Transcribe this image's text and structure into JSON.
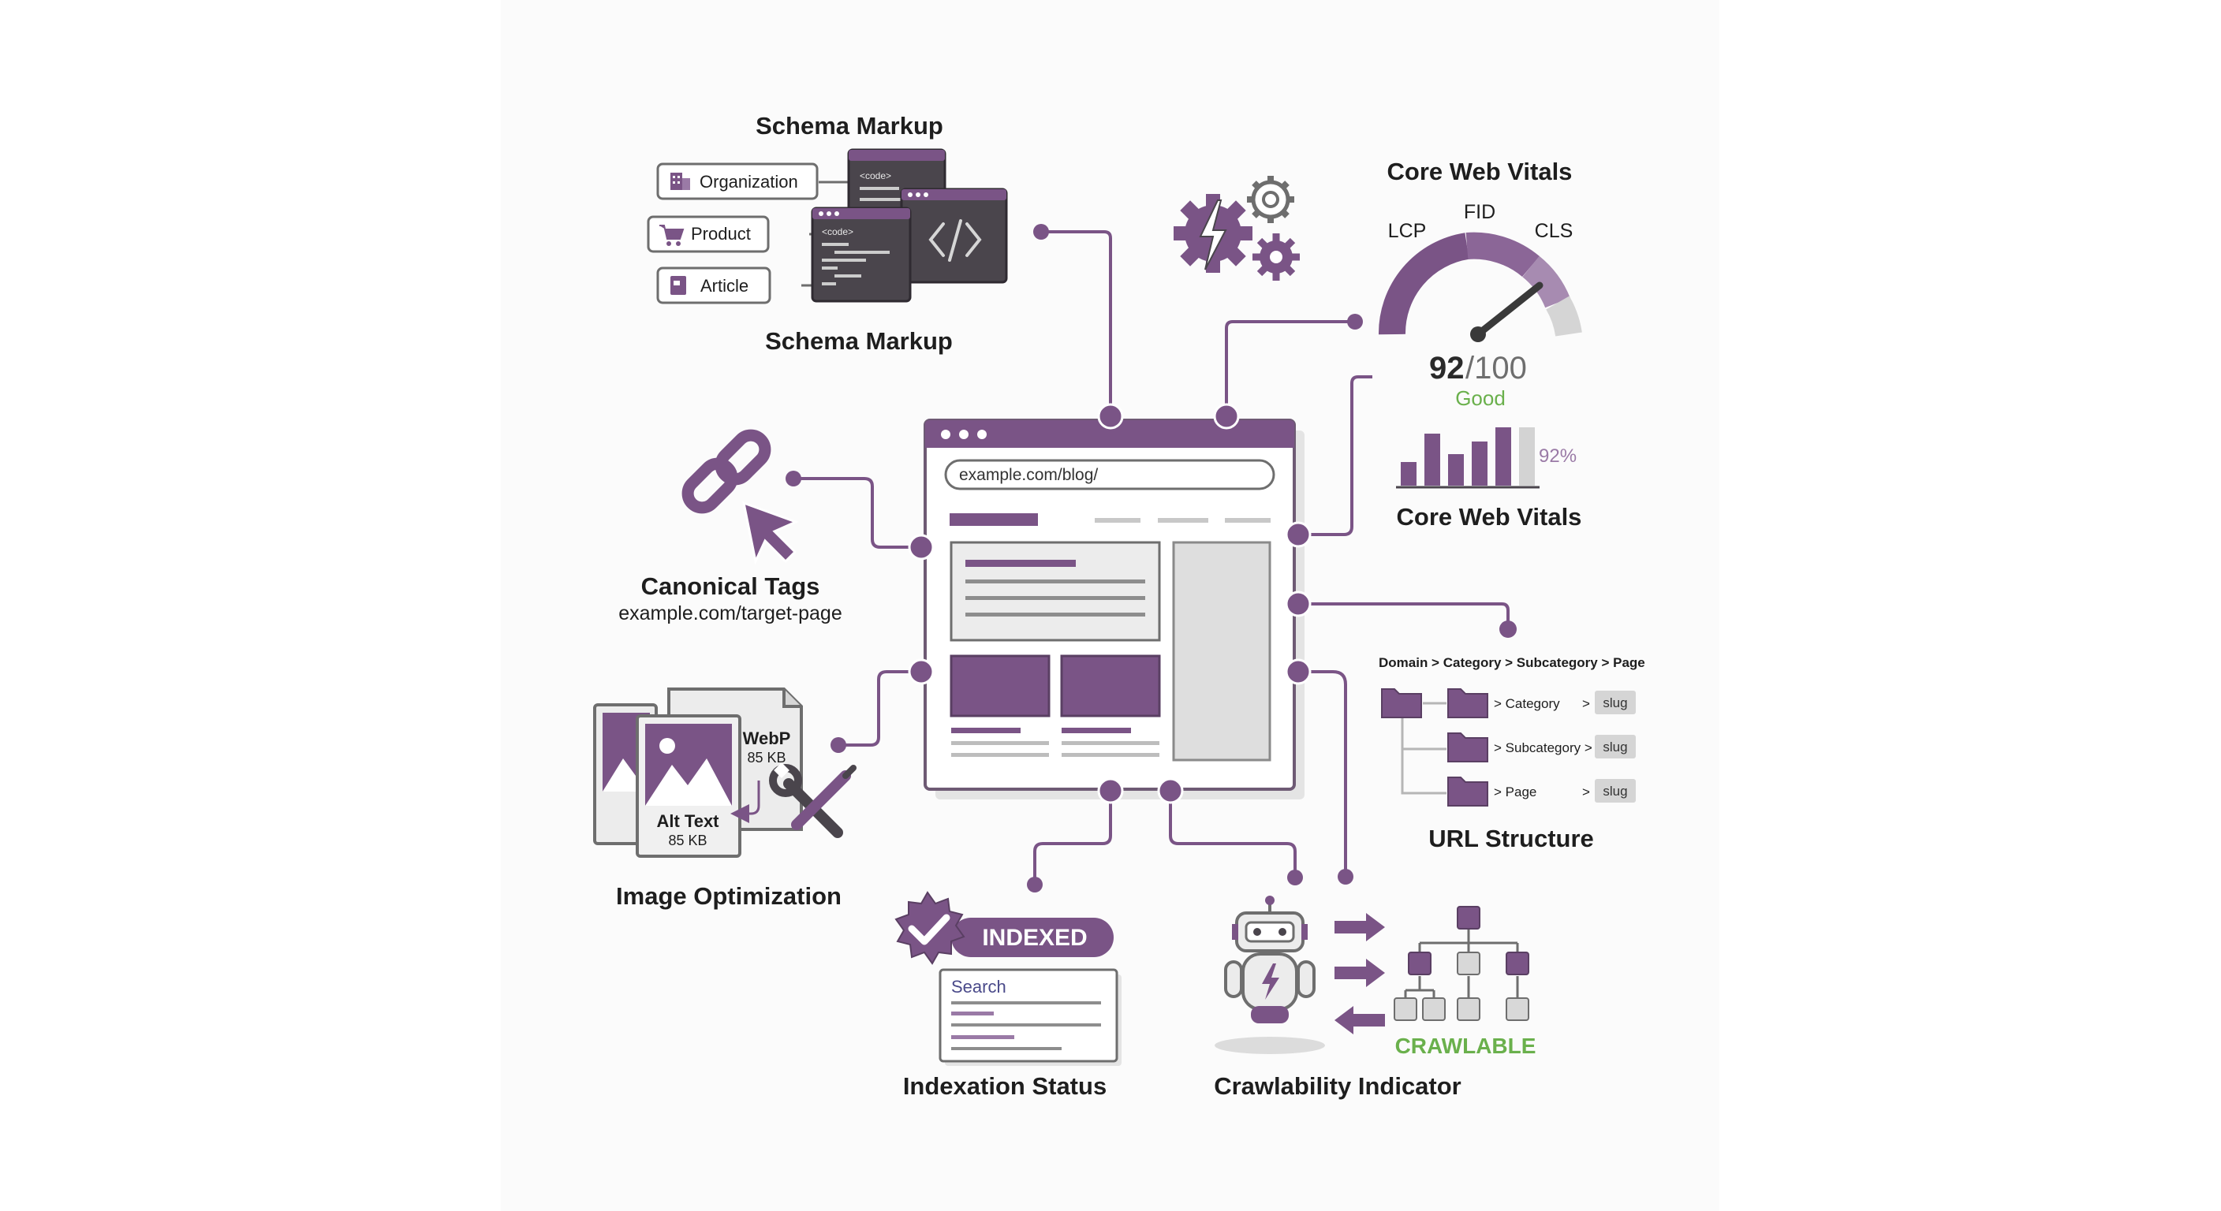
{
  "schema": {
    "title_top": "Schema Markup",
    "title_bottom": "Schema Markup",
    "items": [
      "Organization",
      "Product",
      "Article"
    ],
    "code_labels": [
      "<code>",
      "<code>"
    ]
  },
  "vitals": {
    "title_top": "Core Web Vitals",
    "title_bottom": "Core Web Vitals",
    "gauge_labels": [
      "LCP",
      "FID",
      "CLS"
    ],
    "score": "92",
    "score_max": "/100",
    "status": "Good",
    "bar_percent": "92%"
  },
  "browser": {
    "url": "example.com/blog/"
  },
  "canonical": {
    "title": "Canonical Tags",
    "url": "example.com/target-page"
  },
  "url_structure": {
    "breadcrumb": "Domain > Category > Subcategory > Page",
    "rows": [
      {
        "label": "> Category",
        "slug": "slug"
      },
      {
        "label": "> Subcategory >",
        "slug": "slug"
      },
      {
        "label": "> Page",
        "slug": "slug"
      }
    ],
    "row_arrow": ">",
    "title": "URL Structure"
  },
  "image_opt": {
    "webp_label": "WebP",
    "webp_size": "85 KB",
    "alt_label": "Alt Text",
    "alt_size": "85 KB",
    "title": "Image Optimization"
  },
  "indexation": {
    "badge": "INDEXED",
    "search": "Search",
    "title": "Indexation Status"
  },
  "crawl": {
    "status": "CRAWLABLE",
    "title": "Crawlability Indicator"
  },
  "colors": {
    "purple": "#7a5486",
    "purple_mid": "#9a7aa6",
    "purple_light": "#c2afc9",
    "dark": "#4a454c",
    "green": "#6ab04c"
  }
}
